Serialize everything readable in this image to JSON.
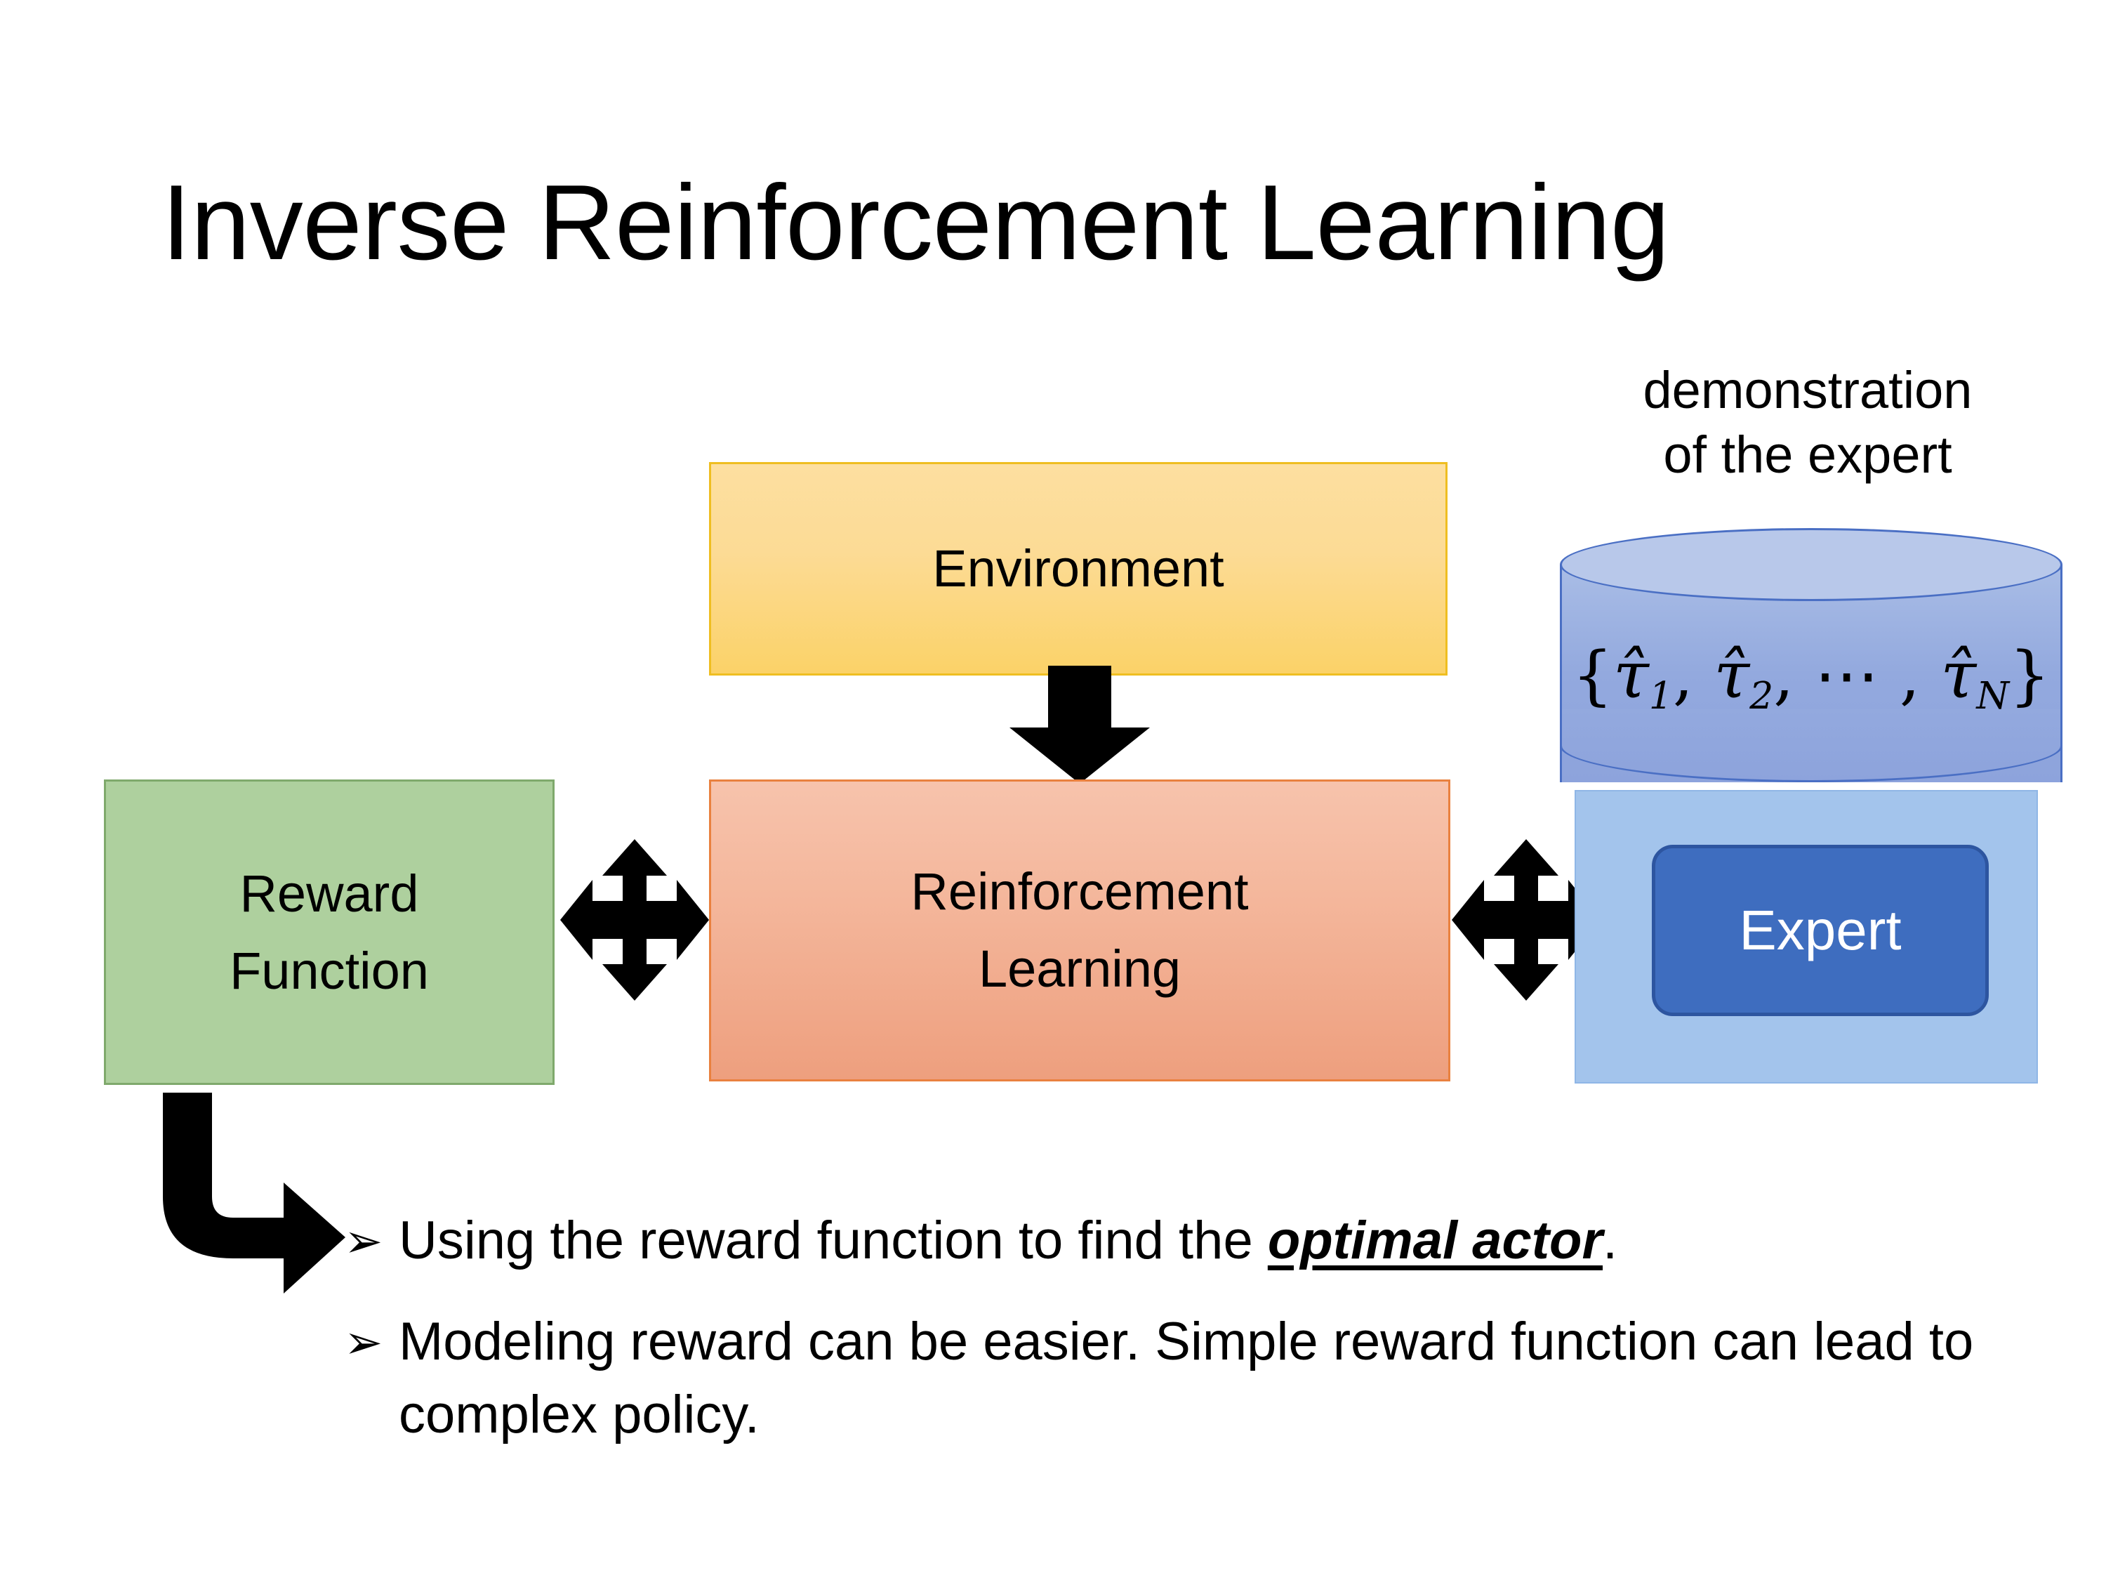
{
  "slide": {
    "title": "Inverse Reinforcement Learning",
    "background_color": "#FFFFFF"
  },
  "diagram": {
    "environment": {
      "label": "Environment",
      "fill_top": "#FDDFA0",
      "fill_bottom": "#FBD268",
      "border_color": "#EFBE21"
    },
    "reinforcement_learning": {
      "label_line1": "Reinforcement",
      "label_line2": "Learning",
      "fill_top": "#F7C3AC",
      "fill_bottom": "#EE9F7E",
      "border_color": "#E9813F"
    },
    "reward_function": {
      "label_line1": "Reward",
      "label_line2": "Function",
      "fill": "#AED09E",
      "border_color": "#7FA96C"
    },
    "demonstration": {
      "caption_line1": "demonstration",
      "caption_line2": "of the expert",
      "formula_open": "{",
      "formula_tau1": "τ̂",
      "formula_sub1": "1",
      "formula_sep1": ", ",
      "formula_tau2": "τ̂",
      "formula_sub2": "2",
      "formula_sep2": ", ⋯ , ",
      "formula_tauN": "τ̂",
      "formula_subN": "N",
      "formula_close": "}",
      "cylinder_fill": "#93A9DE",
      "cylinder_top_fill": "#B8C8EA",
      "cylinder_border": "#4A6FC4"
    },
    "expert": {
      "label": "Expert",
      "fill": "#3E6DBF",
      "border_color": "#2D55A0",
      "text_color": "#FFFFFF",
      "panel_fill": "#A3C4EC"
    },
    "connectors": {
      "env_to_rl": "down-arrow",
      "reward_rl_link": "quad-arrow-left",
      "rl_expert_link": "quad-arrow-right",
      "reward_to_bullet": "bent-arrow",
      "arrow_color": "#000000"
    }
  },
  "bullets": [
    {
      "marker": "➢",
      "text_before": "Using the reward function to find the ",
      "emphasis": "optimal actor",
      "text_after": "."
    },
    {
      "marker": "➢",
      "text_before": "Modeling reward can be easier. Simple reward function can lead to complex policy.",
      "emphasis": "",
      "text_after": ""
    }
  ]
}
